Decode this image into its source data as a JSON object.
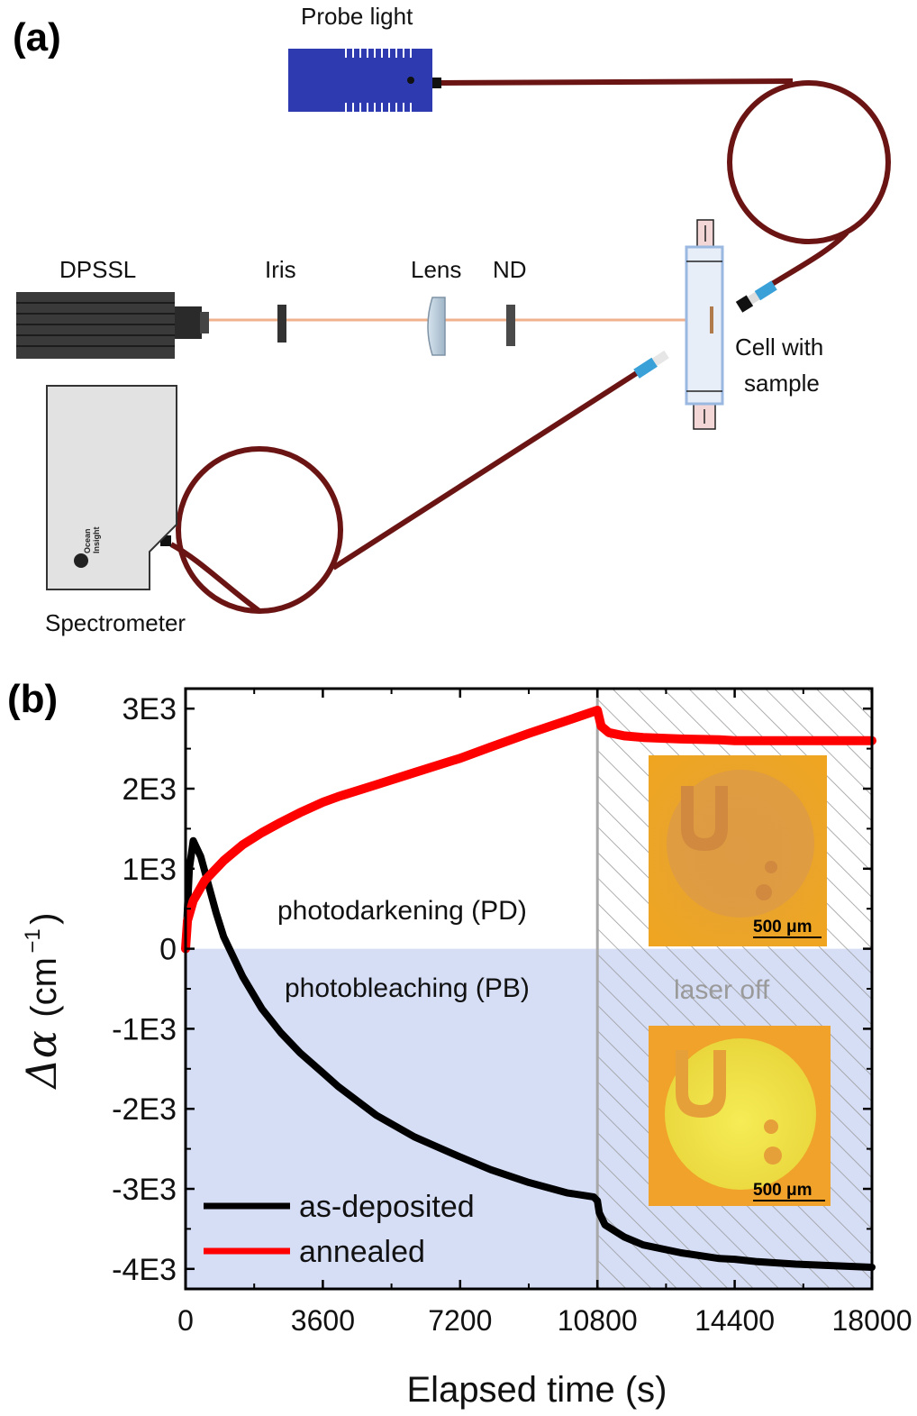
{
  "panel_a": {
    "label": "(a)",
    "probe_light": "Probe light",
    "dpssl": "DPSSL",
    "iris": "Iris",
    "lens": "Lens",
    "nd": "ND",
    "cell_line1": "Cell with",
    "cell_line2": "sample",
    "spectrometer": "Spectrometer",
    "brand_line1": "Ocean",
    "brand_line2": "Insight",
    "colors": {
      "fiber": "#6b1414",
      "probe": "#2e3bb0",
      "laser": "#f0b28c",
      "connector": "#3aa0d8"
    }
  },
  "chart_data": {
    "type": "line",
    "panel_label": "(b)",
    "xlabel": "Elapsed time (s)",
    "ylabel_symbol": "Δα",
    "ylabel_unit": "(cm",
    "ylabel_exp": "−1",
    "xlim": [
      0,
      18000
    ],
    "ylim": [
      -4250,
      3250
    ],
    "xticks": [
      0,
      3600,
      7200,
      10800,
      14400,
      18000
    ],
    "xtick_labels": [
      "0",
      "3600",
      "7200",
      "10800",
      "14400",
      "18000"
    ],
    "yticks": [
      3000,
      2000,
      1000,
      0,
      -1000,
      -2000,
      -3000,
      -4000
    ],
    "ytick_labels": [
      "3E3",
      "2E3",
      "1E3",
      "0",
      "-1E3",
      "-2E3",
      "-3E3",
      "-4E3"
    ],
    "laser_off_start": 10800,
    "region_labels": {
      "pd": "photodarkening (PD)",
      "pb": "photobleaching (PB)",
      "laser_off": "laser off"
    },
    "inset_scale": "500 μm",
    "legend_position": "bottom-left",
    "series": [
      {
        "name": "as-deposited",
        "color": "#000000",
        "x": [
          0,
          100,
          200,
          400,
          600,
          800,
          1000,
          1500,
          2000,
          2500,
          3000,
          3600,
          4000,
          5000,
          6000,
          7000,
          7200,
          8000,
          9000,
          10000,
          10700,
          10800,
          10850,
          11000,
          11500,
          12000,
          13000,
          14000,
          14400,
          15000,
          16000,
          17000,
          18000
        ],
        "y": [
          0,
          1000,
          1350,
          1150,
          800,
          450,
          150,
          -350,
          -750,
          -1050,
          -1300,
          -1550,
          -1720,
          -2080,
          -2350,
          -2560,
          -2600,
          -2760,
          -2920,
          -3050,
          -3100,
          -3150,
          -3300,
          -3450,
          -3600,
          -3700,
          -3800,
          -3870,
          -3880,
          -3910,
          -3940,
          -3960,
          -3980
        ]
      },
      {
        "name": "annealed",
        "color": "#ff0000",
        "x": [
          0,
          50,
          200,
          500,
          1000,
          1500,
          2000,
          2500,
          3000,
          3600,
          4000,
          5000,
          6000,
          7000,
          7200,
          8000,
          9000,
          10000,
          10800,
          10900,
          11100,
          11500,
          12000,
          13000,
          14000,
          14400,
          15000,
          16000,
          17000,
          18000
        ],
        "y": [
          0,
          350,
          600,
          850,
          1100,
          1300,
          1450,
          1580,
          1700,
          1830,
          1900,
          2050,
          2200,
          2350,
          2380,
          2520,
          2690,
          2850,
          2980,
          2780,
          2700,
          2660,
          2640,
          2620,
          2610,
          2600,
          2600,
          2600,
          2600,
          2600
        ]
      }
    ]
  }
}
